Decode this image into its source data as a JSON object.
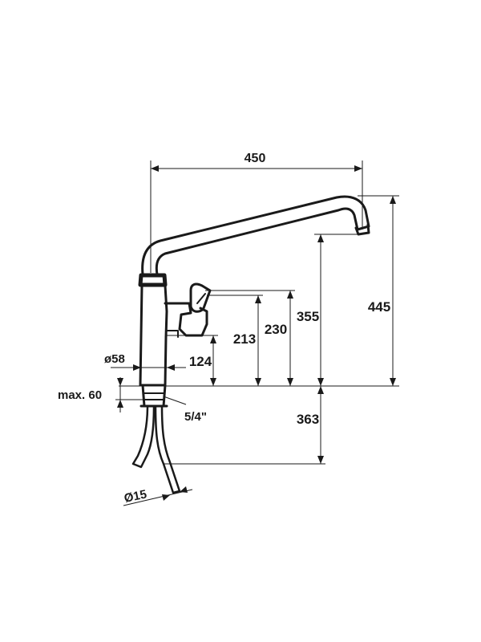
{
  "dimensions": {
    "spout_reach": "450",
    "total_height": "445",
    "spout_outlet_height": "355",
    "lever_top_height": "230",
    "lever_bottom_height": "213",
    "body_height": "124",
    "body_diameter": "ø58",
    "max_counter_thickness": "max. 60",
    "thread_size": "5/4\"",
    "below_counter_length": "363",
    "hose_diameter": "Ø15"
  }
}
